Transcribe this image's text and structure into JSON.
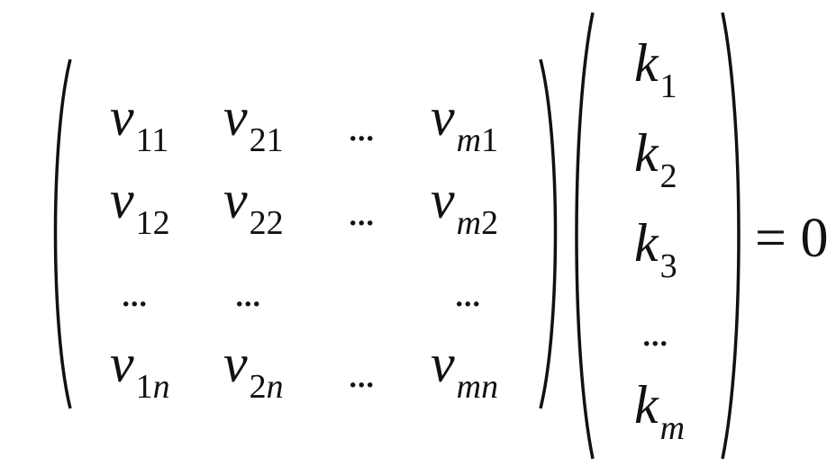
{
  "equation": {
    "matrix": {
      "rows": [
        [
          {
            "base": "v",
            "sub": "11"
          },
          {
            "base": "v",
            "sub": "21"
          },
          {
            "dots": "..."
          },
          {
            "base": "v",
            "sub_italic": "m",
            "sub": "1"
          }
        ],
        [
          {
            "base": "v",
            "sub": "12"
          },
          {
            "base": "v",
            "sub": "22"
          },
          {
            "dots": "..."
          },
          {
            "base": "v",
            "sub_italic": "m",
            "sub": "2"
          }
        ],
        [
          {
            "dots": "..."
          },
          {
            "dots": "..."
          },
          {
            "dots": ""
          },
          {
            "dots": "..."
          }
        ],
        [
          {
            "base": "v",
            "sub": "1",
            "sub_italic_after": "n"
          },
          {
            "base": "v",
            "sub": "2",
            "sub_italic_after": "n"
          },
          {
            "dots": "..."
          },
          {
            "base": "v",
            "sub_italic": "mn"
          }
        ]
      ]
    },
    "vector": [
      {
        "base": "k",
        "sub": "1"
      },
      {
        "base": "k",
        "sub": "2"
      },
      {
        "base": "k",
        "sub": "3"
      },
      {
        "dots": "..."
      },
      {
        "base": "k",
        "sub_italic": "m"
      }
    ],
    "rhs": "= 0"
  }
}
